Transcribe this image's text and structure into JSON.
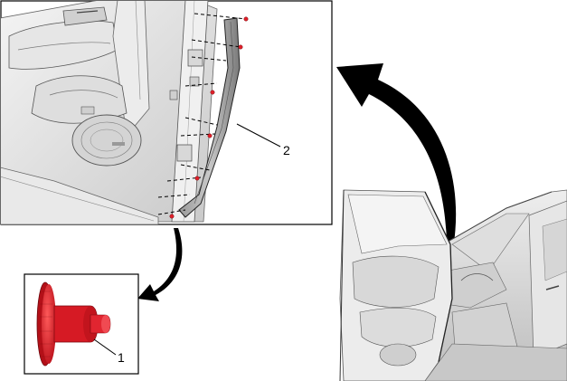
{
  "callouts": {
    "part_1": "1",
    "part_2": "2"
  },
  "colors": {
    "fastener": "#e0202a",
    "fastener_dark": "#a01018",
    "outline": "#000000",
    "vehicle_gray": "#d8d8d8",
    "background": "#ffffff"
  },
  "icons": {
    "large_arrow": "curved-arrow-up-left",
    "small_arrow": "curved-arrow-down-left"
  }
}
